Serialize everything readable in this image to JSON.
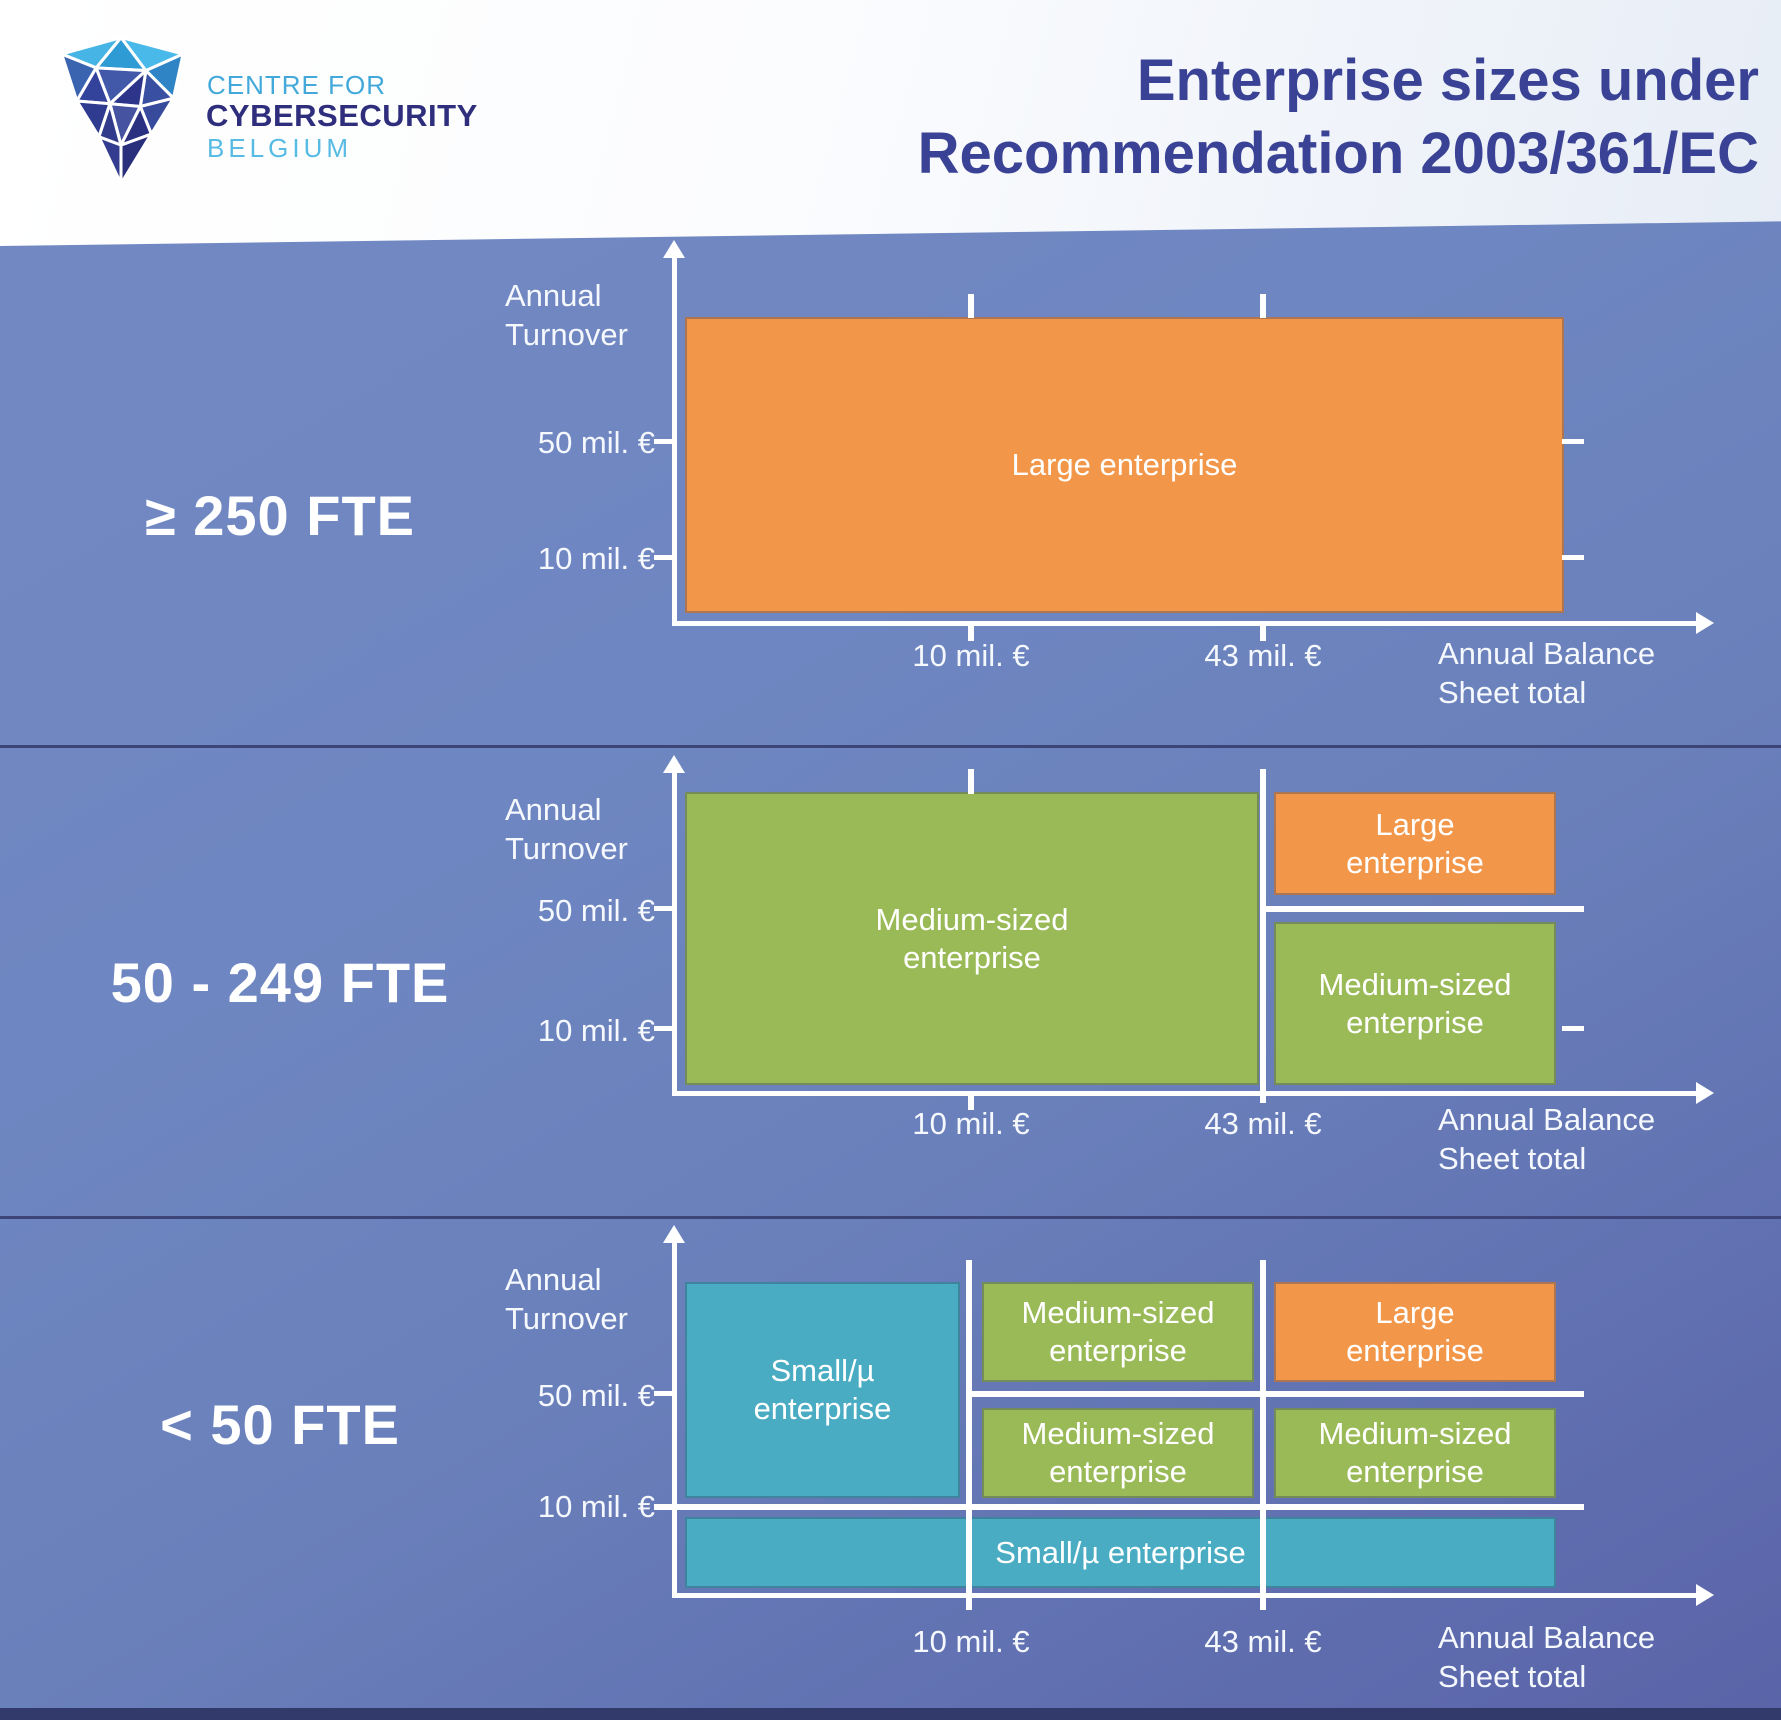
{
  "header": {
    "logo": {
      "line1": "CENTRE FOR",
      "line2": "CYBERSECURITY",
      "line3": "BELGIUM"
    },
    "title_line1": "Enterprise sizes under",
    "title_line2": "Recommendation 2003/361/EC"
  },
  "axis": {
    "y_label_line1": "Annual",
    "y_label_line2": "Turnover",
    "y_tick_50": "50 mil. €",
    "y_tick_10": "10 mil. €",
    "x_tick_10": "10 mil. €",
    "x_tick_43": "43 mil. €",
    "x_label_line1": "Annual Balance",
    "x_label_line2": "Sheet total"
  },
  "panels": [
    {
      "fte": "≥ 250 FTE",
      "boxes": [
        {
          "label": "Large enterprise",
          "size": "large",
          "position": "full"
        }
      ]
    },
    {
      "fte": "50 - 249 FTE",
      "boxes": [
        {
          "label": "Medium-sized enterprise",
          "size": "medium",
          "position": "main"
        },
        {
          "label": "Large enterprise",
          "size": "large",
          "position": "top-right"
        },
        {
          "label": "Medium-sized enterprise",
          "size": "medium",
          "position": "bottom-right"
        }
      ]
    },
    {
      "fte": "< 50 FTE",
      "boxes": [
        {
          "label": "Small/µ enterprise",
          "size": "small",
          "position": "main"
        },
        {
          "label": "Medium-sized enterprise",
          "size": "medium",
          "position": "top-middle"
        },
        {
          "label": "Large enterprise",
          "size": "large",
          "position": "top-right"
        },
        {
          "label": "Medium-sized enterprise",
          "size": "medium",
          "position": "bottom-middle"
        },
        {
          "label": "Medium-sized enterprise",
          "size": "medium",
          "position": "bottom-right"
        },
        {
          "label": "Small/µ enterprise",
          "size": "small",
          "position": "bottom-strip"
        }
      ]
    }
  ],
  "colors": {
    "background_blue": "#6e86c1",
    "title_navy": "#3a4295",
    "orange": "#f2974a",
    "green": "#9aba58",
    "teal": "#49acc2",
    "divider_navy": "#3c4478",
    "axis_white": "#ffffff",
    "logo_light_blue": "#43a9da",
    "logo_dark_navy": "#2e2e7d"
  }
}
